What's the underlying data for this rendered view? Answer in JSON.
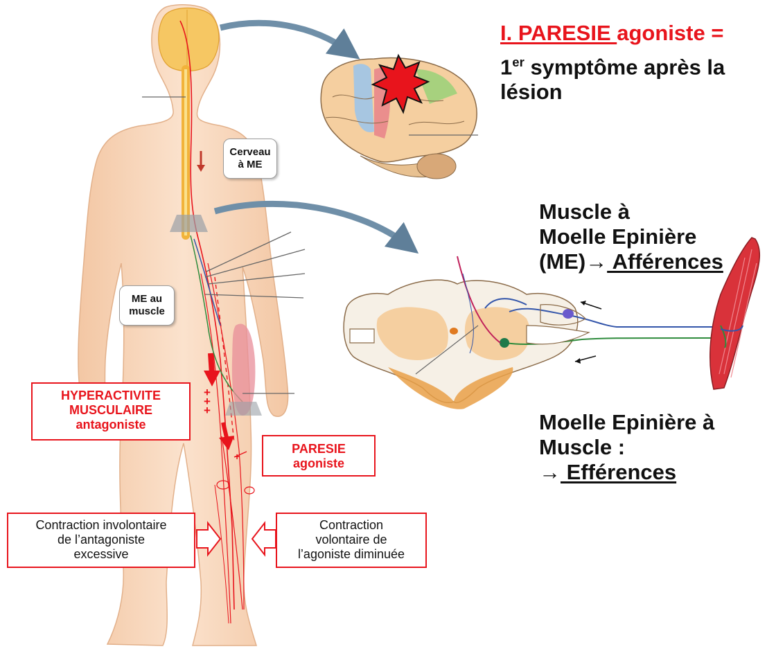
{
  "title": {
    "prefix": "I. PARESIE ",
    "suffix": "agoniste =",
    "line2_pre": "1",
    "line2_sup": "er",
    "line2_post": " symptôme après la",
    "line3": "lésion"
  },
  "afferent": {
    "line1": "Muscle à",
    "line2": "Moelle Epinière",
    "line3_pre": "(ME)",
    "arrow": "→",
    "line3_link": " Afférences"
  },
  "efferent": {
    "line1": "Moelle Epinière à",
    "line2": "Muscle :",
    "arrow": "→",
    "line3_link": " Efférences"
  },
  "callouts": {
    "brain_to_cord": "Cerveau\nà ME",
    "cord_to_muscle": "ME au\nmuscle"
  },
  "red_labels": {
    "hyperactivity": "HYPERACTIVITE\nMUSCULAIRE\nantagoniste",
    "paresis": "PARESIE\nagoniste"
  },
  "arrow_boxes": {
    "involuntary": "Contraction involontaire\nde l’antagoniste\nexcessive",
    "voluntary": "Contraction\nvolontaire de\nl’agoniste diminuée"
  },
  "signs": {
    "plus_stack": "+\n+\n+",
    "plus_small": "+"
  },
  "colors": {
    "accent_red": "#e8141c",
    "skin": "#f7d5b8",
    "spinal_cord": "#f2b33a",
    "arrow_blue": "#6f8fa8"
  }
}
